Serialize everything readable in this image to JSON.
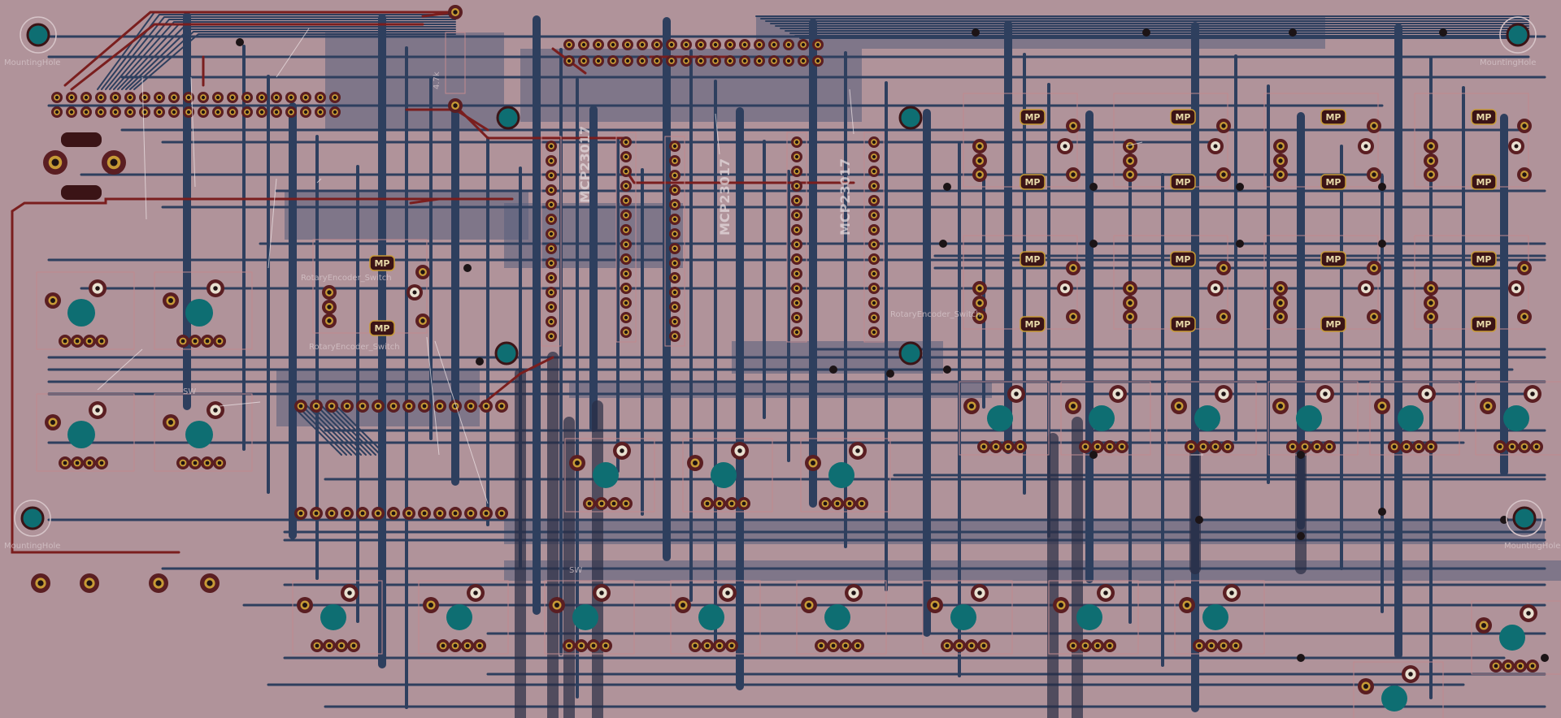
{
  "board": {
    "background_color": "#b0939a",
    "copper_front_color": "#7a1e1e",
    "copper_back_color": "#3a4f73",
    "pad_color": "#c79a35",
    "hole_color": "#1f1314",
    "mount_hole_color": "#0e6e72"
  },
  "labels": {
    "mounting_hole": "MountingHole",
    "rotary_encoder": "RotaryEncoder_Switch",
    "mcp_a": "MCP23017",
    "mcp_b": "MCP23017",
    "mcp_c": "MCP23017",
    "resistor": "4.7k",
    "mp_badge": "MP",
    "sw_label": "SW"
  }
}
